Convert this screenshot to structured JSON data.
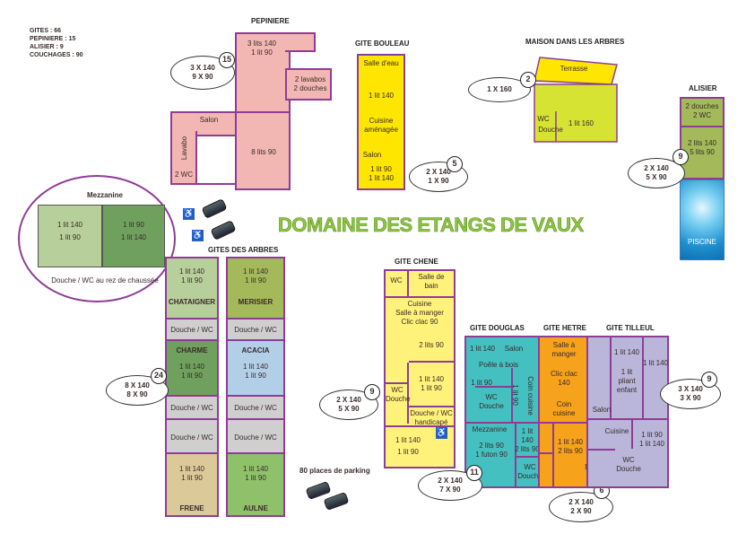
{
  "summary": {
    "l1": "GITES : 66",
    "l2": "PEPINIERE : 15",
    "l3": "ALISIER : 9",
    "l4": "COUCHAGES : 90"
  },
  "main_title": "DOMAINE DES ETANGS DE VAUX",
  "parking": "80 places de parking",
  "pepiniere": {
    "title": "PEPINIERE",
    "top": "3 lits 140",
    "top2": "1 lit 90",
    "lav1": "2 lavabos",
    "lav2": "2 douches",
    "salon": "Salon",
    "lavabo": "Lavabo",
    "lits": "8 lits 90",
    "wc": "2 WC",
    "num": "15",
    "o1": "3 X 140",
    "o2": "9 X 90"
  },
  "bouleau": {
    "title": "GITE BOULEAU",
    "r1": "Salle d'eau",
    "r2": "1 lit 140",
    "r3": "Cuisine",
    "r3b": "aménagée",
    "r4": "Salon",
    "r5": "1 lit 90",
    "r6": "1 lit 140",
    "num": "5",
    "o1": "2 X 140",
    "o2": "1 X 90"
  },
  "maison": {
    "title": "MAISON DANS LES ARBRES",
    "terrasse": "Terrasse",
    "wc": "WC",
    "douche": "Douche",
    "lit": "1 lit 160",
    "num": "2",
    "o1": "1 X 160"
  },
  "alisier": {
    "title": "ALISIER",
    "r1": "2 douches",
    "r1b": "2 WC",
    "r2": "2 lits 140",
    "r2b": "5 lits 90",
    "piscine": "PISCINE",
    "num": "9",
    "o1": "2 X 140",
    "o2": "5 X 90"
  },
  "mezzanine": {
    "title": "Mezzanine",
    "l1": "1 lit 140",
    "l2": "1 lit 90",
    "r1": "1 lit 90",
    "r2": "1 lit 140",
    "note": "Douche  / WC au rez de chaussée"
  },
  "arbres": {
    "title": "GITES DES ARBRES",
    "cha1": "1 lit 140",
    "cha2": "1 lit 90",
    "chataigner": "CHATAIGNER",
    "mer1": "1 lit 140",
    "mer2": "1 lit 90",
    "merisier": "MERISIER",
    "dwc": "Douche / WC",
    "charme": "CHARME",
    "acacia": "ACACIA",
    "frene": "FRENE",
    "aulne": "AULNE",
    "lit140": "1 lit 140",
    "lit90": "1 lit 90",
    "num": "24",
    "o1": "8 X 140",
    "o2": "8 X 90"
  },
  "chene": {
    "title": "GITE CHENE",
    "wc": "WC",
    "sdb": "Salle de",
    "sdb2": "bain",
    "cuisine": "Cuisine",
    "sam": "Salle à manger",
    "clic": "Clic clac 90",
    "lits90": "2 lits 90",
    "l140": "1 lit 140",
    "l90": "1 lit 90",
    "wc2": "WC",
    "douche": "Douche",
    "dwc": "Douche / WC",
    "handi": "handicapé",
    "num": "9",
    "o1": "2 X 140",
    "o2": "5 X 90"
  },
  "douglas": {
    "title": "GITE DOUGLAS",
    "l140": "1 lit 140",
    "salon": "Salon",
    "poele": "Poêle à bois",
    "l90": "1 lit 90",
    "wc": "WC",
    "douche": "Douche",
    "coin": "Coin cuisine",
    "mezz": "Mezzanine",
    "lits90": "2 lits 90",
    "futon": "1 futon 90",
    "l140b": "1 lit 140",
    "lits90b": "2 lits 90",
    "num": "11",
    "o1": "2 X 140",
    "o2": "7 X 90"
  },
  "hetre": {
    "title": "GITE HETRE",
    "sam1": "Salle à",
    "sam2": "manger",
    "clic1": "Clic clac",
    "clic2": "140",
    "coin1": "Coin",
    "coin2": "cuisine",
    "l140": "1 lit 140",
    "lits90": "2 lits 90",
    "wc": "WC",
    "douche": "Douche",
    "num": "6",
    "o1": "2 X 140",
    "o2": "2 X 90"
  },
  "tilleul": {
    "title": "GITE TILLEUL",
    "l140": "1 lit 140",
    "lit": "1 lit",
    "pliant": "pliant",
    "enfant": "enfant",
    "salon": "Salon",
    "cuisine": "Cuisine",
    "l90": "1 lit 90",
    "wc": "WC",
    "douche": "Douche",
    "num": "9",
    "o1": "3 X 140",
    "o2": "3 X 90"
  },
  "colors": {
    "pink": "#f2b7b2",
    "yellow": "#ffe600",
    "lime": "#d6e332",
    "olive": "#a3b95a",
    "green": "#6fa05e",
    "lightgreen": "#b7cf9a",
    "blue": "#b3cfe8",
    "purple": "#8e3d97",
    "teal": "#45c0c0",
    "orange": "#f6a21b",
    "lavender": "#b9b6da",
    "paleyellow": "#fff27a",
    "tan": "#dcc99a",
    "bgreen": "#8fc16a",
    "gray": "#cfcfcf"
  }
}
